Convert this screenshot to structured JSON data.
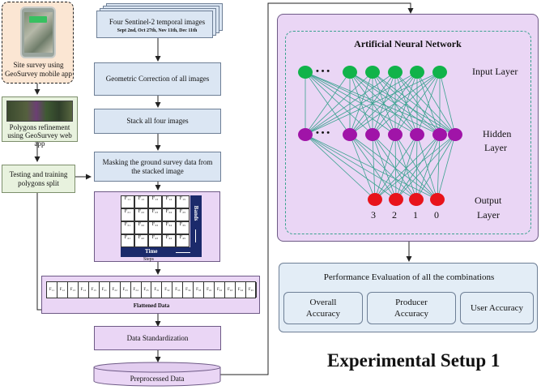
{
  "left": {
    "site_survey": "Site survey using GeoSurvey mobile app",
    "polygons": "Polygons refinement using GeoSurvey web app",
    "split": "Testing and training polygons split"
  },
  "center": {
    "images_title": "Four Sentinel-2 temporal images",
    "images_dates": "Sept 2nd, Oct 27th, Nov 11th, Dec 11th",
    "geo_correction": "Geometric Correction of all images",
    "stack": "Stack all four images",
    "masking": "Masking the ground survey data from the stacked image",
    "bands": "Bands",
    "time": "Time",
    "steps": "Steps",
    "flattened": "Flattened Data",
    "standardization": "Data Standardization",
    "preprocessed": "Preprocessed Data"
  },
  "grid": {
    "row1": [
      "F₁₁",
      "F₁₂",
      "F₁₃",
      "F₁₄",
      "F₁₅"
    ],
    "row2": [
      "F₂₁",
      "F₂₂",
      "F₂₃",
      "F₂₄",
      "F₂₅"
    ],
    "row3": [
      "F₃₁",
      "F₃₂",
      "F₃₃",
      "F₃₄",
      "F₃₅"
    ],
    "row4": [
      "F₄₁",
      "F₄₂",
      "F₄₃",
      "F₄₄",
      "F₄₅"
    ]
  },
  "flat": [
    "F₁₁",
    "F₁₂",
    "F₁₃",
    "F₁₄",
    "F₁₅",
    "F₂₁",
    "F₂₂",
    "F₂₃",
    "F₂₄",
    "F₂₅",
    "F₃₁",
    "F₃₂",
    "F₃₃",
    "F₃₄",
    "F₃₅",
    "F₄₁",
    "F₄₂",
    "F₄₃",
    "F₄₄",
    "F₄₅"
  ],
  "ann": {
    "title": "Artificial Neural Network",
    "input_layer": "Input Layer",
    "hidden_layer_1": "Hidden",
    "hidden_layer_2": "Layer",
    "output_layer_1": "Output",
    "output_layer_2": "Layer",
    "dots": "• • •",
    "outputs": [
      "3",
      "2",
      "1",
      "0"
    ]
  },
  "evaluation": {
    "title": "Performance Evaluation of all the combinations",
    "overall": "Overall Accuracy",
    "producer": "Producer Accuracy",
    "user": "User Accuracy"
  },
  "setup_title": "Experimental Setup 1",
  "colors": {
    "input_node": "#11b34a",
    "hidden_node": "#a014a8",
    "output_node": "#e8141b",
    "connections": "#3aa28f",
    "panel_fill": "#ead6f5",
    "box_fill": "#dbe6f3"
  }
}
